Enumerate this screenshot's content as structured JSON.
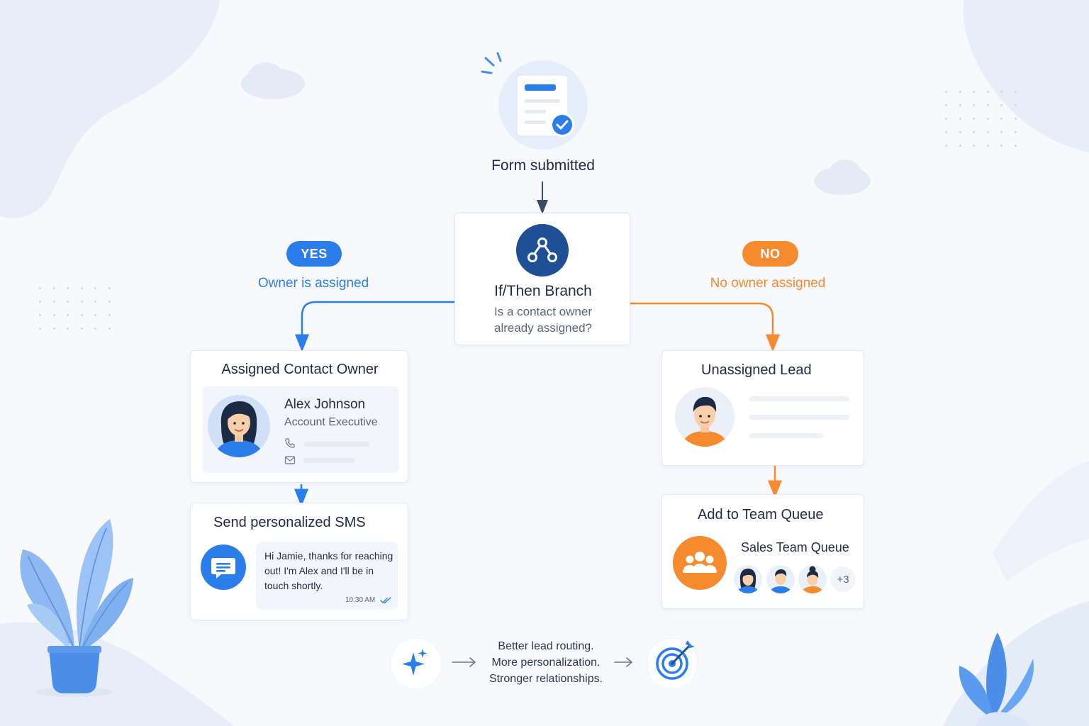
{
  "trigger": {
    "label": "Form submitted"
  },
  "branch_node": {
    "title": "If/Then Branch",
    "question_line1": "Is a contact owner",
    "question_line2": "already assigned?"
  },
  "yes_branch": {
    "pill": "YES",
    "label": "Owner is assigned",
    "color": "#2b7de9"
  },
  "no_branch": {
    "pill": "NO",
    "label": "No owner assigned",
    "color": "#f58a2f"
  },
  "assigned_owner": {
    "title": "Assigned Contact Owner",
    "name": "Alex Johnson",
    "role": "Account Executive",
    "icons": [
      "phone-icon",
      "mail-icon"
    ]
  },
  "sms": {
    "title": "Send personalized SMS",
    "message_line1": "Hi Jamie, thanks for reaching",
    "message_line2": "out! I'm Alex and I'll be in",
    "message_line3": "touch shortly.",
    "time": "10:30 AM",
    "icon": "chat-icon"
  },
  "unassigned": {
    "title": "Unassigned Lead"
  },
  "team_queue": {
    "title": "Add to Team Queue",
    "queue_name": "Sales Team Queue",
    "extra_count": "+3",
    "icon": "team-icon"
  },
  "footer": {
    "line1": "Better lead routing.",
    "line2": "More personalization.",
    "line3": "Stronger relationships.",
    "left_icon": "sparkle-icon",
    "right_icon": "target-icon"
  }
}
